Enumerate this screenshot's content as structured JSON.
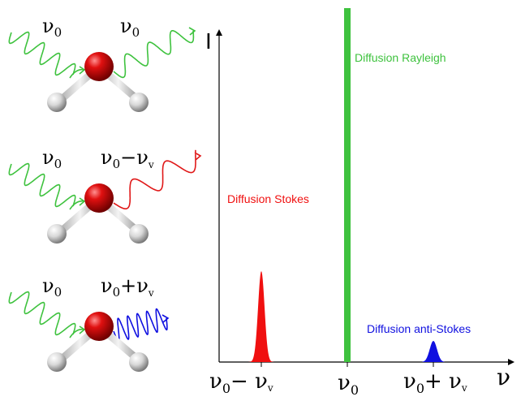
{
  "panels": [
    {
      "incident_label": "ν",
      "incident_sub": "0",
      "scattered_label": "ν",
      "scattered_sub": "0",
      "scattered_suffix": "",
      "scattered_suffix_sub": "",
      "scattered_color": "#3ec23e"
    },
    {
      "incident_label": "ν",
      "incident_sub": "0",
      "scattered_label": "ν",
      "scattered_sub": "0",
      "scattered_suffix": "−ν",
      "scattered_suffix_sub": "v",
      "scattered_color": "#e01818"
    },
    {
      "incident_label": "ν",
      "incident_sub": "0",
      "scattered_label": "ν",
      "scattered_sub": "0",
      "scattered_suffix": "+ν",
      "scattered_suffix_sub": "v",
      "scattered_color": "#1010e0"
    }
  ],
  "spectrum": {
    "y_axis_label": "I",
    "x_axis_label": "ν",
    "peaks": [
      {
        "label": "Diffusion Stokes",
        "color": "#f01010"
      },
      {
        "label": "Diffusion Rayleigh",
        "color": "#3ec23e"
      },
      {
        "label": "Diffusion anti-Stokes",
        "color": "#1010e0"
      }
    ],
    "ticks": [
      {
        "main": "ν",
        "sub": "0",
        "suffix": "− ν",
        "suffix_sub": "v"
      },
      {
        "main": "ν",
        "sub": "0",
        "suffix": "",
        "suffix_sub": ""
      },
      {
        "main": "ν",
        "sub": "0",
        "suffix": "+ ν",
        "suffix_sub": "v"
      }
    ]
  },
  "colors": {
    "incident": "#3ec23e",
    "oxygen": "#cc0000",
    "hydrogen": "#cfcfcf",
    "axis": "#000000"
  }
}
